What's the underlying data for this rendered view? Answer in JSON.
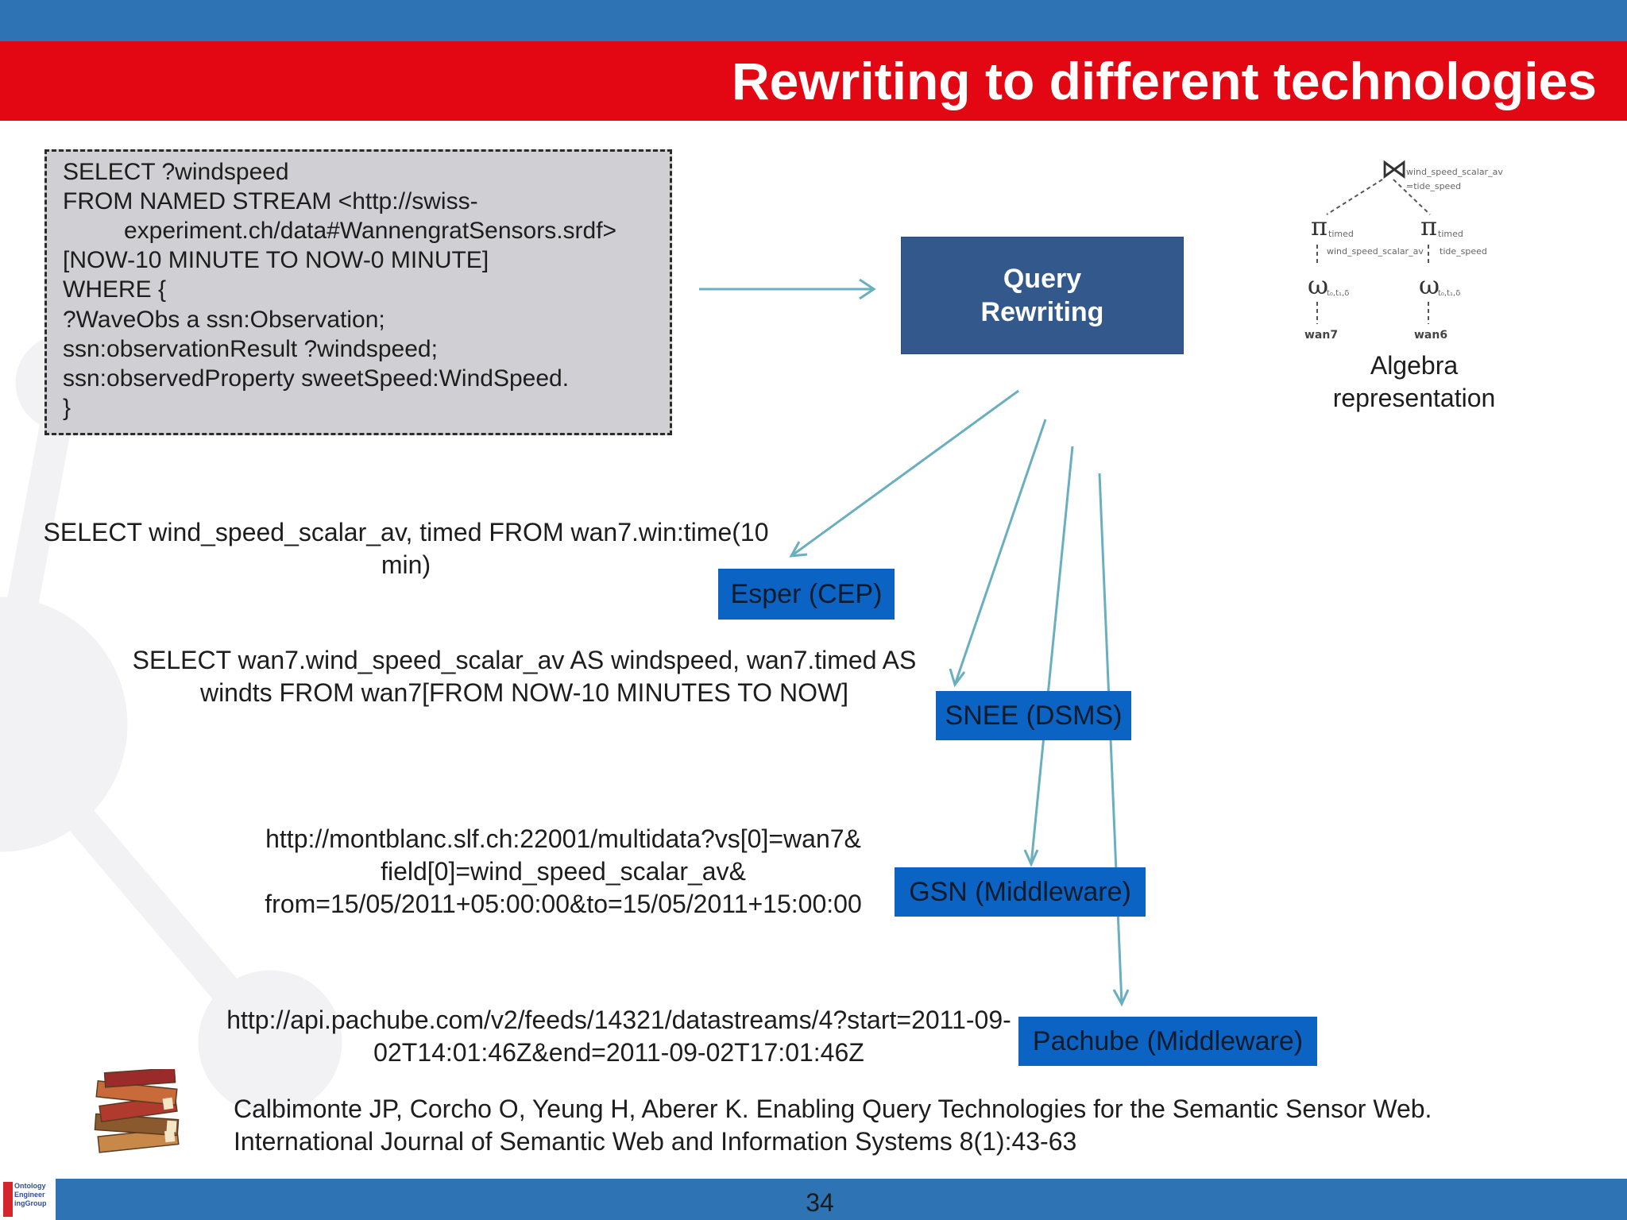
{
  "slide": {
    "title": "Rewriting to different technologies",
    "page_number": "34",
    "footer_logo_text": "Ontology\nEngineer\ningGroup"
  },
  "sparql_query": {
    "lines": [
      "SELECT ?windspeed",
      "FROM NAMED STREAM <http://swiss-",
      "experiment.ch/data#WannengratSensors.srdf>",
      "[NOW-10 MINUTE TO NOW-0 MINUTE]",
      "WHERE {",
      "?WaveObs a ssn:Observation;",
      "ssn:observationResult ?windspeed;",
      "ssn:observedProperty sweetSpeed:WindSpeed.",
      "}"
    ]
  },
  "query_rewriting": {
    "label": "Query Rewriting"
  },
  "algebra": {
    "caption": "Algebra representation",
    "join_symbol": "⋈",
    "join_attrs": [
      "wind_speed_scalar_av",
      "=tide_speed"
    ],
    "proj_symbol": "π",
    "proj_sub": "timed",
    "left_attr": "wind_speed_scalar_av",
    "right_attr": "tide_speed",
    "window_symbol": "ω",
    "left_window_sub": "t₀,t₁,δ",
    "right_window_sub": "t₀,t₁,δ",
    "left_source": "wan7",
    "right_source": "wan6"
  },
  "technologies": [
    {
      "label": "Esper (CEP)",
      "query": [
        "SELECT wind_speed_scalar_av, timed FROM wan7.win:time(10",
        "min)"
      ]
    },
    {
      "label": "SNEE (DSMS)",
      "query": [
        "SELECT wan7.wind_speed_scalar_av AS windspeed, wan7.timed AS",
        "windts FROM wan7[FROM NOW-10 MINUTES TO NOW]"
      ]
    },
    {
      "label": "GSN (Middleware)",
      "query": [
        "http://montblanc.slf.ch:22001/multidata?vs[0]=wan7&",
        "field[0]=wind_speed_scalar_av&",
        "from=15/05/2011+05:00:00&to=15/05/2011+15:00:00"
      ]
    },
    {
      "label": "Pachube (Middleware)",
      "query": [
        "http://api.pachube.com/v2/feeds/14321/datastreams/4?start=2011-09-",
        "02T14:01:46Z&end=2011-09-02T17:01:46Z"
      ]
    }
  ],
  "citation": {
    "line1": "Calbimonte JP, Corcho O, Yeung H, Aberer K. Enabling Query Technologies for the Semantic Sensor Web.",
    "line2": "International Journal of Semantic Web and Information Systems 8(1):43-63",
    "icon": "books-icon"
  },
  "colors": {
    "top_band": "#2e74b5",
    "title_band": "#e30613",
    "query_box": "#33598c",
    "tech_box": "#0b63c4",
    "arrow": "#6aafc0",
    "code_box": "#d0cfd3"
  }
}
